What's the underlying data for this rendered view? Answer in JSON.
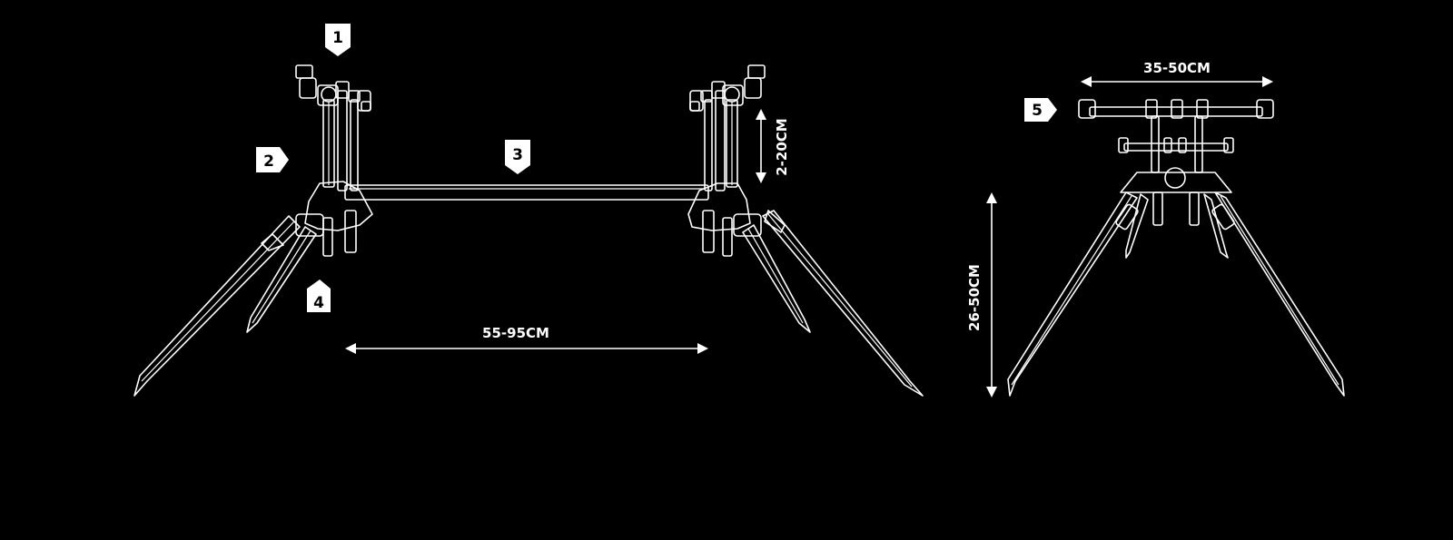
{
  "colors": {
    "background": "#000000",
    "line": "#ffffff"
  },
  "callouts": [
    "1",
    "2",
    "3",
    "4",
    "5"
  ],
  "dimensions": {
    "bar_width": "55-95CM",
    "head_height": "2-20CM",
    "buzzer_width": "35-50CM",
    "leg_height": "26-50CM"
  }
}
